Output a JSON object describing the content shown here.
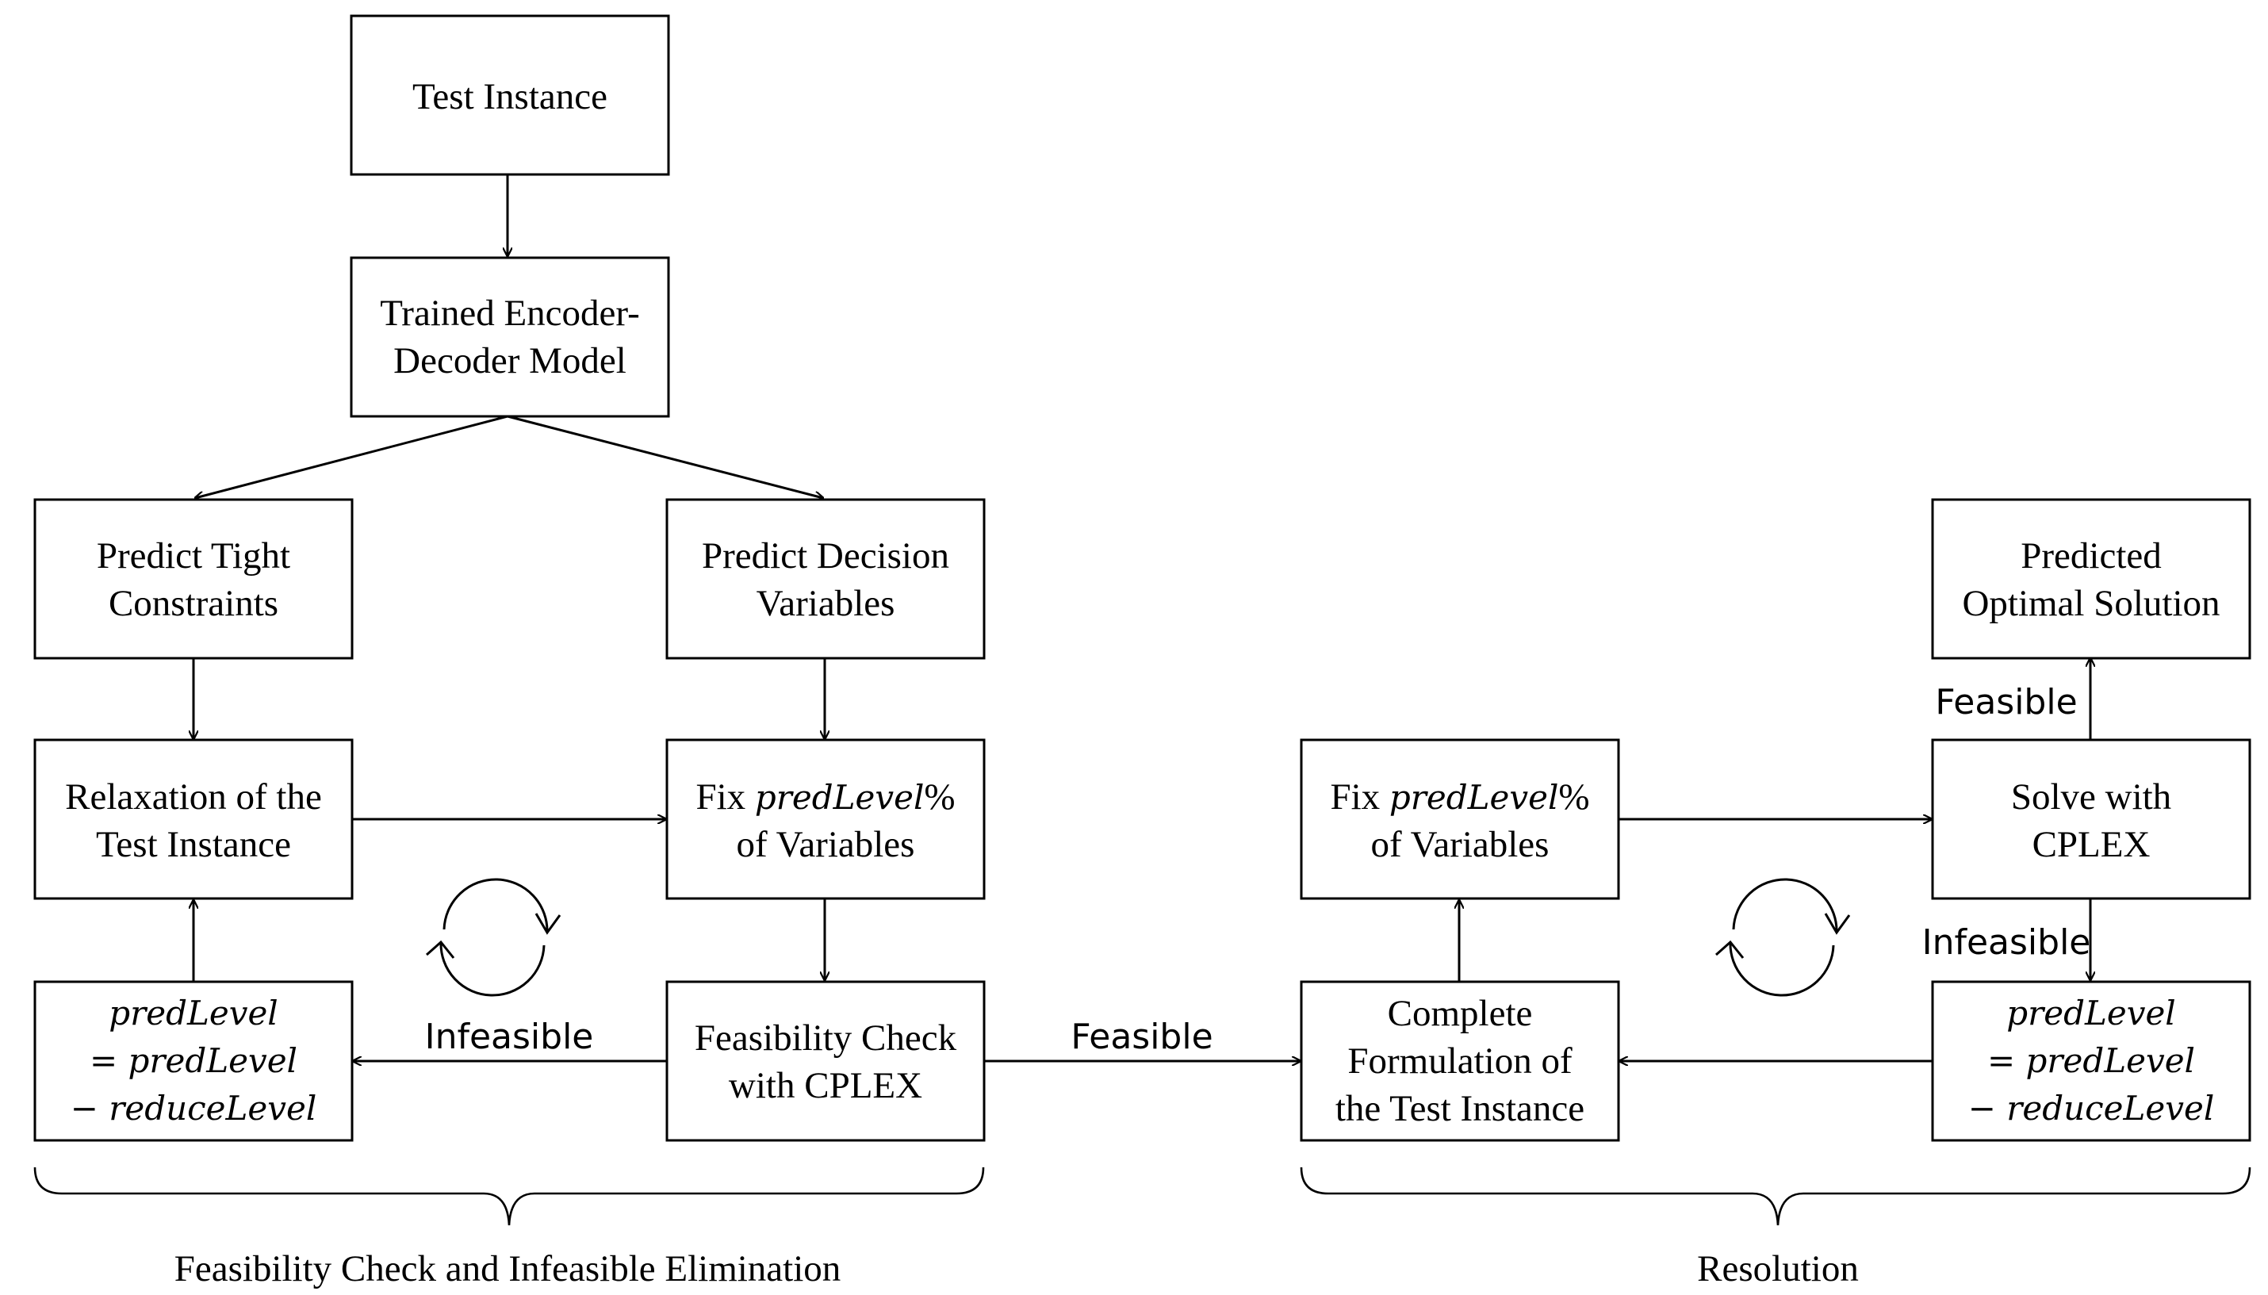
{
  "nodes": {
    "test_instance": {
      "lines": [
        "Test Instance"
      ]
    },
    "encoder_decoder": {
      "lines": [
        "Trained Encoder-",
        "Decoder Model"
      ]
    },
    "predict_tight": {
      "lines": [
        "Predict Tight",
        "Constraints"
      ]
    },
    "predict_decision": {
      "lines": [
        "Predict Decision",
        "Variables"
      ]
    },
    "relaxation": {
      "lines": [
        "Relaxation of the",
        "Test Instance"
      ]
    },
    "fix_left": {
      "prefix": "Fix ",
      "math": "predLevel",
      "suffix": "%",
      "line2": "of Variables"
    },
    "pred_level_left": {
      "lines": [
        "predLevel",
        "= predLevel",
        "− reduceLevel"
      ]
    },
    "feasibility_check": {
      "lines": [
        "Feasibility Check",
        "with CPLEX"
      ]
    },
    "complete_formulation": {
      "lines": [
        "Complete",
        "Formulation of",
        "the Test Instance"
      ]
    },
    "fix_right": {
      "prefix": "Fix ",
      "math": "predLevel",
      "suffix": "%",
      "line2": "of Variables"
    },
    "solve_cplex": {
      "lines": [
        "Solve with",
        "CPLEX"
      ]
    },
    "predicted_optimal": {
      "lines": [
        "Predicted",
        "Optimal Solution"
      ]
    },
    "pred_level_right": {
      "lines": [
        "predLevel",
        "= predLevel",
        "− reduceLevel"
      ]
    }
  },
  "edge_labels": {
    "infeasible_left": "Infeasible",
    "feasible_middle": "Feasible",
    "feasible_top": "Feasible",
    "infeasible_right": "Infeasible"
  },
  "groups": {
    "left": "Feasibility Check and Infeasible Elimination",
    "right": "Resolution"
  },
  "icons": [
    "cycle-icon",
    "cycle-icon"
  ]
}
